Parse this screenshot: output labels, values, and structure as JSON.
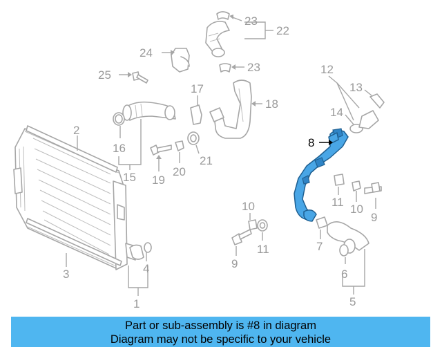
{
  "diagram": {
    "labels": {
      "n1": "1",
      "n2": "2",
      "n3": "3",
      "n4": "4",
      "n5": "5",
      "n6": "6",
      "n7": "7",
      "n8": "8",
      "n9a": "9",
      "n9b": "9",
      "n10a": "10",
      "n10b": "10",
      "n11a": "11",
      "n11b": "11",
      "n12": "12",
      "n13": "13",
      "n14": "14",
      "n15": "15",
      "n16": "16",
      "n17": "17",
      "n18": "18",
      "n19": "19",
      "n20": "20",
      "n21": "21",
      "n22": "22",
      "n23a": "23",
      "n23b": "23",
      "n24": "24",
      "n25": "25"
    },
    "highlighted_part": "8",
    "highlight_color": "#49a6e6"
  },
  "banner": {
    "line1": "Part or sub-assembly is #8 in diagram",
    "line2": "Diagram may not be specific to your vehicle",
    "color": "#4fb6f0"
  }
}
